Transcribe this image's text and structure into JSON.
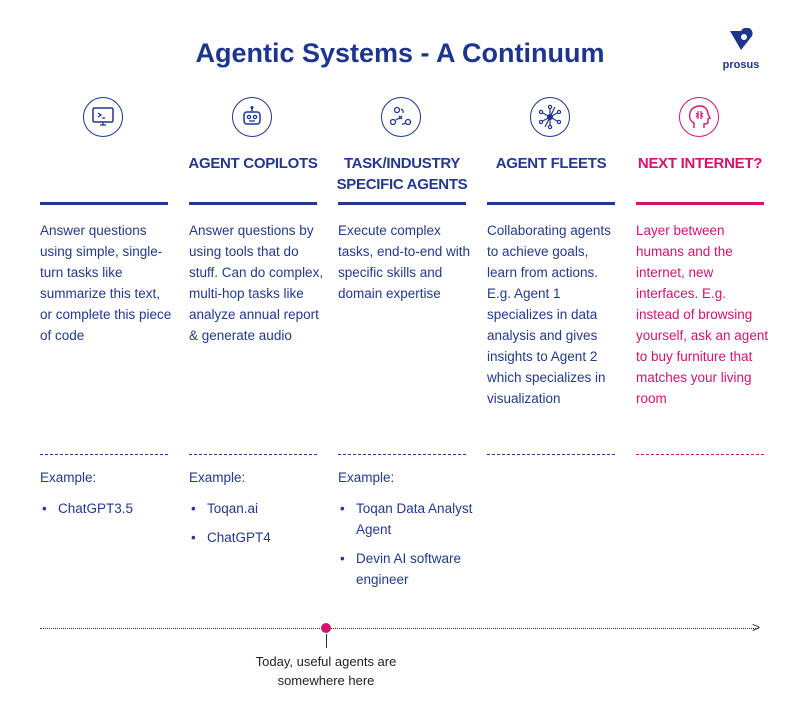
{
  "title": "Agentic Systems - A Continuum",
  "logo": {
    "text": "prosus"
  },
  "colors": {
    "primary": "#22398e",
    "accent": "#d5136f"
  },
  "columns": [
    {
      "icon": "terminal-monitor-icon",
      "heading": "",
      "body": "Answer questions using simple, single-turn tasks like summarize this text, or complete this piece of code",
      "example_label": "Example:",
      "examples": [
        "ChatGPT3.5"
      ]
    },
    {
      "icon": "robot-icon",
      "heading": "AGENT COPILOTS",
      "body": "Answer questions by using tools that do stuff. Can do complex, multi-hop tasks like analyze annual report & generate audio",
      "example_label": "Example:",
      "examples": [
        "Toqan.ai",
        "ChatGPT4"
      ]
    },
    {
      "icon": "workflow-icon",
      "heading": "TASK/INDUSTRY SPECIFIC AGENTS",
      "body": "Execute complex tasks, end-to-end with specific skills and domain expertise",
      "example_label": "Example:",
      "examples": [
        "Toqan Data Analyst Agent",
        "Devin AI software engineer"
      ]
    },
    {
      "icon": "network-icon",
      "heading": "AGENT FLEETS",
      "body": "Collaborating agents to achieve goals, learn from actions. E.g. Agent 1 specializes in data analysis and gives insights to Agent 2 which specializes in visualization",
      "example_label": "",
      "examples": []
    },
    {
      "icon": "brain-head-icon",
      "heading": "NEXT INTERNET?",
      "body": "Layer between humans and the internet, new interfaces. E.g. instead of browsing yourself, ask an agent to buy furniture that matches your living room",
      "example_label": "",
      "examples": []
    }
  ],
  "timeline": {
    "note": "Today, useful agents are somewhere here"
  }
}
